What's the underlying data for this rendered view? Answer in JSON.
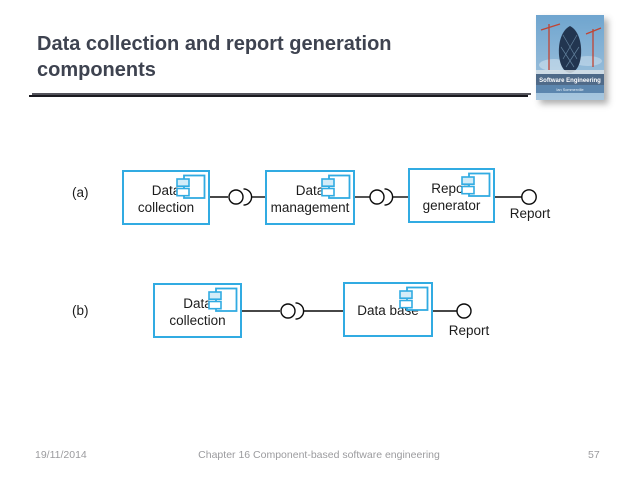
{
  "slide": {
    "title": "Data collection and report generation components",
    "footer": {
      "date": "19/11/2014",
      "chapter": "Chapter 16 Component-based software engineering",
      "page": "57"
    }
  },
  "book": {
    "title": "Software Engineering",
    "author": "Ian Sommerville"
  },
  "diagram": {
    "kind": "UML component diagram",
    "rows": [
      {
        "label": "(a)",
        "components": [
          "Data collection",
          "Data management",
          "Report generator"
        ],
        "report_label": "Report"
      },
      {
        "label": "(b)",
        "components": [
          "Data collection",
          "Data base"
        ],
        "report_label": "Report"
      }
    ],
    "icons": {
      "component": "uml-component-icon",
      "provided_interface": "ball-icon",
      "required_interface": "socket-icon"
    }
  },
  "colors": {
    "component_border": "#31ABE2",
    "component_icon_fill": "#D3ECF8",
    "title_text": "#3E4350",
    "underline_top": "#54545C",
    "underline_shadow": "#1A1A20",
    "connector_line": "#0A0A0A",
    "footer_text": "#9B9B9E",
    "cover_sky": "#6FA5CF",
    "cover_crane_red": "#C04433"
  }
}
